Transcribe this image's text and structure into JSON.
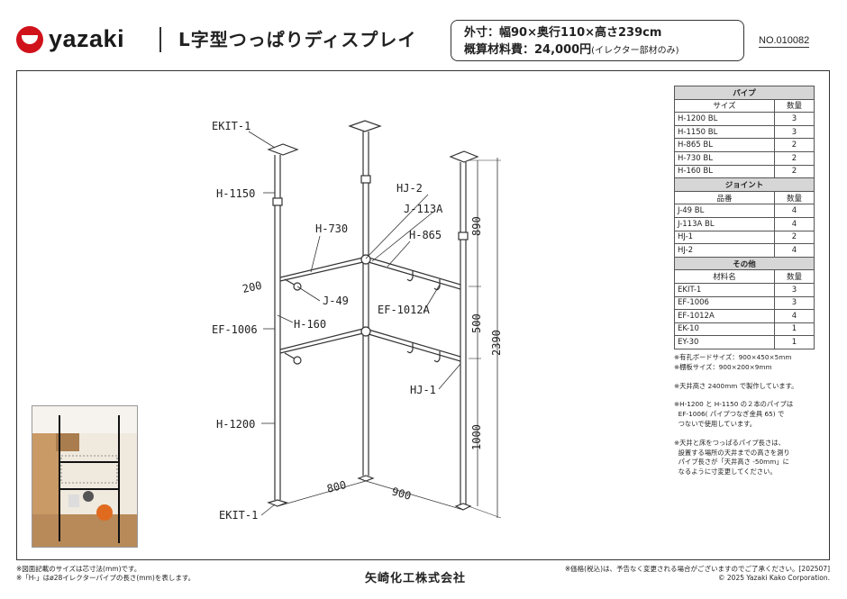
{
  "header": {
    "brand": "yazaki",
    "title": "L字型つっぱりディスプレイ",
    "spec_line1": "外寸：幅90×奥行110×高さ239cm",
    "spec_line2": "概算材料費：24,000円",
    "spec_line2_note": "(イレクター部材のみ)",
    "doc_no": "NO.010082"
  },
  "parts_table": {
    "col_qty": "数量",
    "sections": [
      {
        "title": "パイプ",
        "col_name": "サイズ",
        "rows": [
          {
            "name": "H-1200 BL",
            "qty": "3"
          },
          {
            "name": "H-1150 BL",
            "qty": "3"
          },
          {
            "name": "H-865 BL",
            "qty": "2"
          },
          {
            "name": "H-730 BL",
            "qty": "2"
          },
          {
            "name": "H-160 BL",
            "qty": "2"
          }
        ]
      },
      {
        "title": "ジョイント",
        "col_name": "品番",
        "rows": [
          {
            "name": "J-49 BL",
            "qty": "4"
          },
          {
            "name": "J-113A BL",
            "qty": "4"
          },
          {
            "name": "HJ-1",
            "qty": "2"
          },
          {
            "name": "HJ-2",
            "qty": "4"
          }
        ]
      },
      {
        "title": "その他",
        "col_name": "材料名",
        "rows": [
          {
            "name": "EKIT-1",
            "qty": "3"
          },
          {
            "name": "EF-1006",
            "qty": "3"
          },
          {
            "name": "EF-1012A",
            "qty": "4"
          },
          {
            "name": "EK-10",
            "qty": "1"
          },
          {
            "name": "EY-30",
            "qty": "1"
          }
        ]
      }
    ]
  },
  "notes": {
    "n1": "※有孔ボードサイズ：900×450×5mm",
    "n2": "※棚板サイズ：900×200×9mm",
    "n3": "※天井高さ 2400mm で製作しています。",
    "n4a": "※H-1200 と H-1150 の２本のパイプは",
    "n4b": "EF-1006( パイプつなぎ金具 65) で",
    "n4c": "つないで使用しています。",
    "n5a": "※天井と床をつっぱるパイプ長さは、",
    "n5b": "設置する場所の天井までの高さを測り",
    "n5c": "パイプ長さが「天井高さ -50mm」に",
    "n5d": "なるように寸変更してください。"
  },
  "diagram_labels": {
    "ekit_top": "EKIT-1",
    "h1150": "H-1150",
    "hj2": "HJ-2",
    "j113a": "J-113A",
    "h730": "H-730",
    "h865": "H-865",
    "d200": "200",
    "j49": "J-49",
    "ef1012a": "EF-1012A",
    "h160": "H-160",
    "ef1006": "EF-1006",
    "hj1": "HJ-1",
    "h1200": "H-1200",
    "ekit_bottom": "EKIT-1",
    "d800": "800",
    "d900": "900",
    "d890": "890",
    "d500": "500",
    "d1000": "1000",
    "d2390": "2390"
  },
  "footer": {
    "left1": "※図面記載のサイズは芯寸法(mm)です。",
    "left2": "※「H-」はø28イレクターパイプの長さ(mm)を表します。",
    "company": "矢崎化工株式会社",
    "right1": "※価格(税込)は、予告なく変更される場合がございますのでご了承ください。[202507]",
    "right2": "© 2025 Yazaki Kako Corporation."
  },
  "colors": {
    "brand_red": "#d0121b",
    "line": "#333333",
    "section_bg": "#d6d6d6"
  }
}
